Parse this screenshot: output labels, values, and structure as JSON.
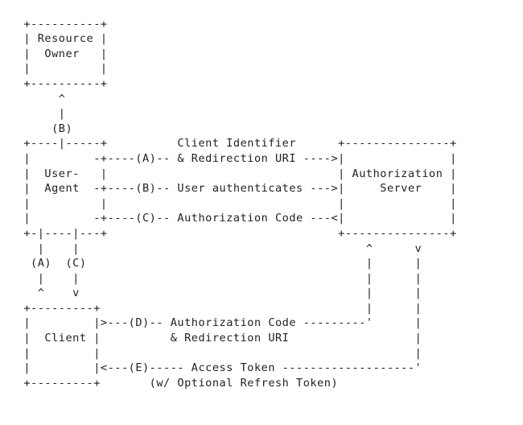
{
  "diagram": {
    "lines": [
      "",
      "  +----------+",
      "  | Resource |",
      "  |  Owner   |",
      "  |          |",
      "  +----------+",
      "       ^",
      "       |",
      "      (B)",
      "  +----|-----+          Client Identifier      +---------------+",
      "  |         -+----(A)-- & Redirection URI ---->|               |",
      "  |  User-   |                                 | Authorization |",
      "  |  Agent  -+----(B)-- User authenticates --->|     Server    |",
      "  |          |                                 |               |",
      "  |         -+----(C)-- Authorization Code ---<|               |",
      "  +-|----|---+                                 +---------------+",
      "    |    |                                         ^      v",
      "   (A)  (C)                                        |      |",
      "    |    |                                         |      |",
      "    ^    v                                         |      |",
      "  +---------+                                      |      |",
      "  |         |>---(D)-- Authorization Code ---------'      |",
      "  |  Client |          & Redirection URI                  |",
      "  |         |                                             |",
      "  |         |<---(E)----- Access Token -------------------'",
      "  +---------+       (w/ Optional Refresh Token)"
    ]
  }
}
